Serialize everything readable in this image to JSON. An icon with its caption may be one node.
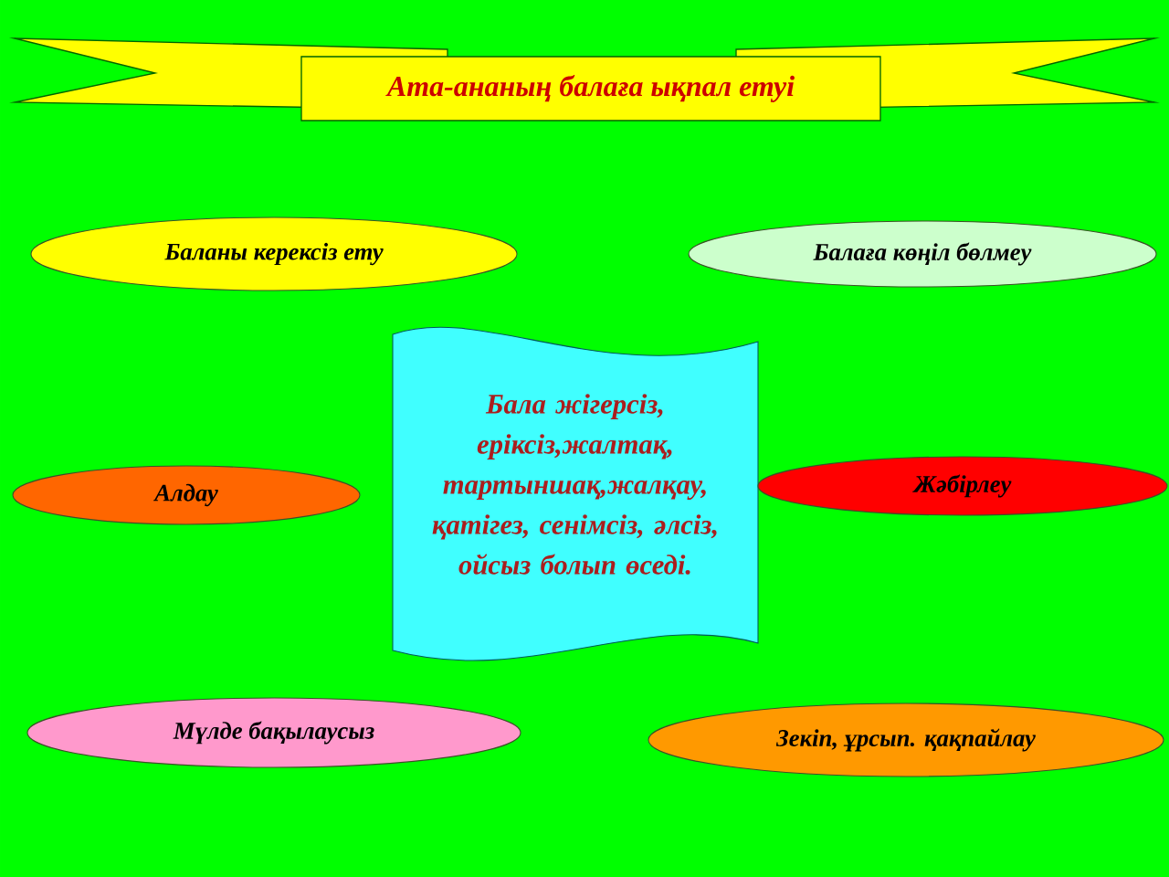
{
  "diagram": {
    "title": "Ата-ананың балаға ықпал етуі",
    "nodes": [
      {
        "text": [
          "Баланы керексіз  ету"
        ]
      },
      {
        "text": [
          "Балаға көңіл бөлмеу"
        ]
      },
      {
        "text": [
          "Бала жігерсіз, еріксіз,жалтақ, тартыншақ,жалқау, қатігез, сенімсіз, әлсіз, ойсыз болып өседі."
        ]
      },
      {
        "text": [
          "Алдау"
        ]
      },
      {
        "text": [
          "Жәбірлеу"
        ]
      },
      {
        "text": [
          "Мүлде бақылаусыз"
        ]
      },
      {
        "text": [
          "Зекіп, ұрсып. қақпайлау"
        ]
      }
    ]
  }
}
